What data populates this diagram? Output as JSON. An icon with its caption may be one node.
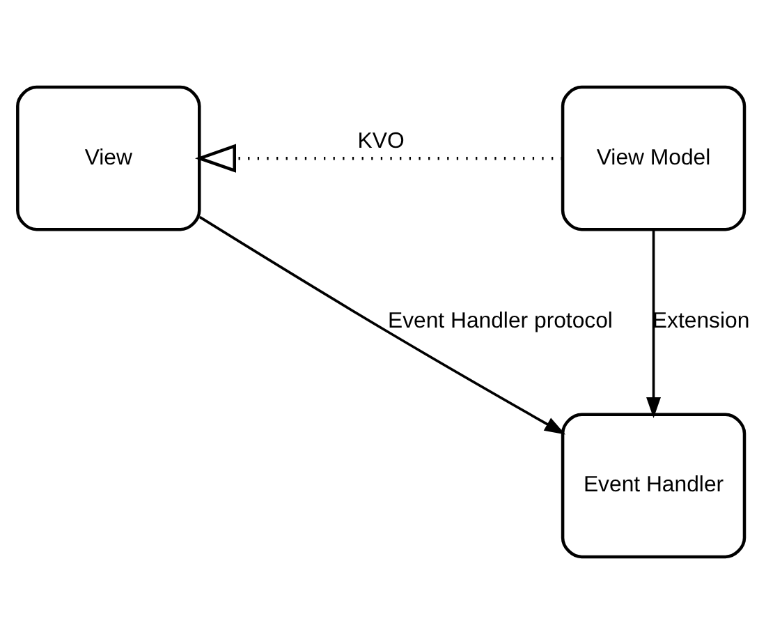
{
  "diagram": {
    "nodes": [
      {
        "text": [
          "View"
        ]
      },
      {
        "text": [
          "View Model"
        ]
      },
      {
        "text": [
          "Event Handler"
        ]
      }
    ],
    "edges": [
      {
        "from": 1,
        "to": 0,
        "arrow": "to",
        "label": "KVO",
        "style": "dashed"
      },
      {
        "from": 0,
        "to": 2,
        "arrow": "to",
        "label": "Event Handler protocol"
      },
      {
        "from": 1,
        "to": 2,
        "arrow": "to",
        "label": "Extension"
      }
    ]
  }
}
